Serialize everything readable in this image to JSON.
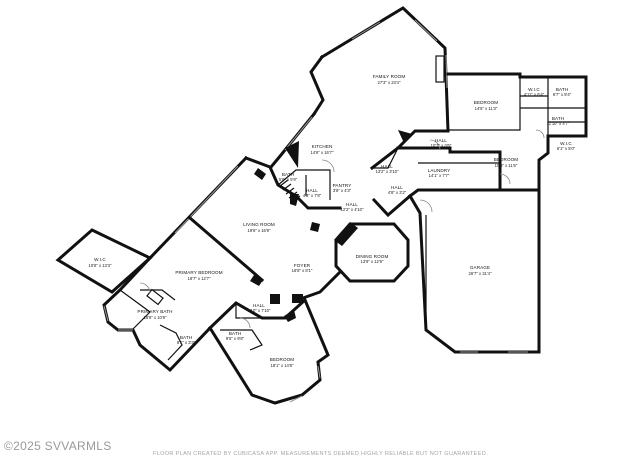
{
  "rooms": [
    {
      "id": "family-room",
      "name": "FAMILY ROOM",
      "dim": "27'3\" x 23'4\""
    },
    {
      "id": "bedroom-ne",
      "name": "BEDROOM",
      "dim": "14'5\" x 11'3\""
    },
    {
      "id": "wic-ne",
      "name": "W.I.C",
      "dim": "4'11\" x 6'4\""
    },
    {
      "id": "bath-ne",
      "name": "BATH",
      "dim": "6'7\" x 8'4\""
    },
    {
      "id": "bath-ne-2",
      "name": "BATH",
      "dim": "11'10\" x 4'7\""
    },
    {
      "id": "wic-e",
      "name": "W.I.C",
      "dim": "6'1\" x 5'0\""
    },
    {
      "id": "bedroom-e",
      "name": "BEDROOM",
      "dim": "15'9\" x 11'6\""
    },
    {
      "id": "hall-ne",
      "name": "HALL",
      "dim": "10'7\" x 3'6\""
    },
    {
      "id": "hall-center",
      "name": "HALL",
      "dim": "13'2\" x 3'10\""
    },
    {
      "id": "laundry",
      "name": "LAUNDRY",
      "dim": "14'1\" x 7'7\""
    },
    {
      "id": "hall-small",
      "name": "HALL",
      "dim": "4'8\" x 3'2\""
    },
    {
      "id": "kitchen",
      "name": "KITCHEN",
      "dim": "14'6\" x 16'7\""
    },
    {
      "id": "bath-kitchen",
      "name": "BATH",
      "dim": "5'6\" x 5'9\""
    },
    {
      "id": "hall-kitchen",
      "name": "HALL",
      "dim": "4'3\" x 7'8\""
    },
    {
      "id": "pantry",
      "name": "PANTRY",
      "dim": "3'8\" x 4'3\""
    },
    {
      "id": "hall-pantry",
      "name": "HALL",
      "dim": "12'2\" x 4'10\""
    },
    {
      "id": "living-room",
      "name": "LIVING ROOM",
      "dim": "19'6\" x 16'9\""
    },
    {
      "id": "foyer",
      "name": "FOYER",
      "dim": "16'8\" x 8'1\""
    },
    {
      "id": "dining-room",
      "name": "DINING ROOM",
      "dim": "13'9\" x 12'9\""
    },
    {
      "id": "garage",
      "name": "GARAGE",
      "dim": "26'7\" x 31'4\""
    },
    {
      "id": "wic-w",
      "name": "W.I.C",
      "dim": "10'8\" x 13'3\""
    },
    {
      "id": "primary-bedroom",
      "name": "PRIMARY BEDROOM",
      "dim": "18'7\" x 12'7\""
    },
    {
      "id": "primary-bath",
      "name": "PRIMARY BATH",
      "dim": "18'8\" x 10'8\""
    },
    {
      "id": "bath-sw",
      "name": "BATH",
      "dim": "8'1\" x 3'3\""
    },
    {
      "id": "hall-sw",
      "name": "HALL",
      "dim": "5'10\" x 7'10\""
    },
    {
      "id": "bath-s",
      "name": "BATH",
      "dim": "9'6\" x 9'8\""
    },
    {
      "id": "bedroom-s",
      "name": "BEDROOM",
      "dim": "18'1\" x 14'8\""
    }
  ],
  "copyright": "©2025 SVVARMLS",
  "disclaimer": "FLOOR PLAN CREATED BY CUBICASA APP. MEASUREMENTS DEEMED HIGHLY RELIABLE BUT NOT GUARANTEED."
}
